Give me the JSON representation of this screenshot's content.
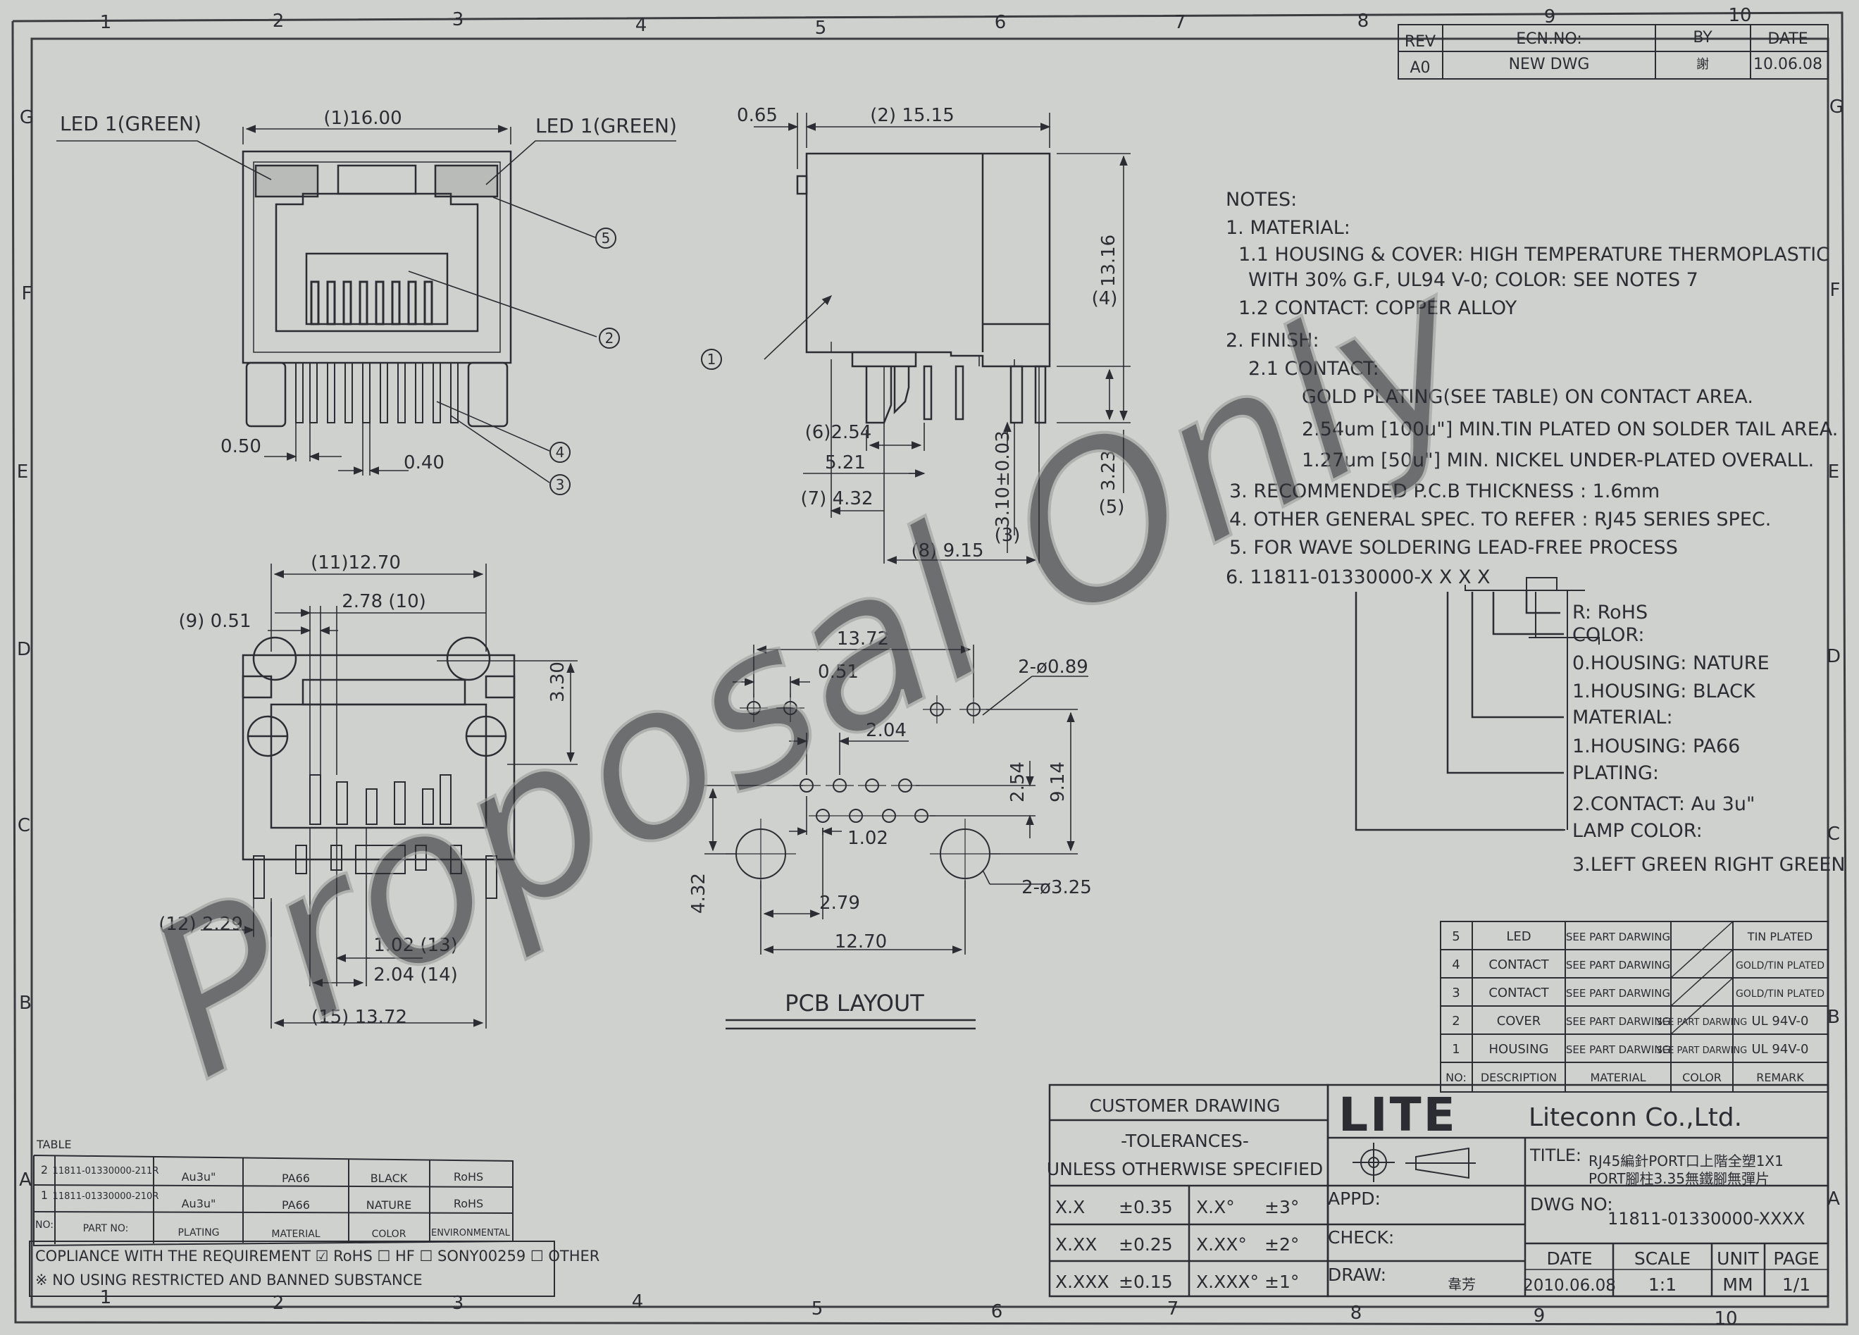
{
  "grid": {
    "columns": [
      "1",
      "2",
      "3",
      "4",
      "5",
      "6",
      "7",
      "8",
      "9",
      "10"
    ],
    "rows": [
      "G",
      "F",
      "E",
      "D",
      "C",
      "B",
      "A"
    ]
  },
  "revision": {
    "headers": [
      "REV",
      "ECN.NO:",
      "BY",
      "DATE"
    ],
    "values": [
      "A0",
      "NEW DWG",
      "謝",
      "10.06.08"
    ]
  },
  "front_view": {
    "led_left": "LED 1(GREEN)",
    "led_right": "LED 1(GREEN)",
    "dim_width": "(1)16.00",
    "dim_pin_offset": "0.50",
    "dim_pin_dia": "0.40"
  },
  "side_view": {
    "dim_0_65": "0.65",
    "dim_depth": "(2) 15.15",
    "dim_height": "13.16",
    "dim_height_ref": "(4)",
    "dim_6": "(6)2.54",
    "dim_5_21": "5.21",
    "dim_7": "(7) 4.32",
    "dim_8": "(8) 9.15",
    "dim_3": "3.10±0.03",
    "dim_3_ref": "(3)",
    "dim_5": "3.23",
    "dim_5_ref": "(5)"
  },
  "bottom_view": {
    "dim_11": "(11)12.70",
    "dim_10": "2.78 (10)",
    "dim_9": "(9) 0.51",
    "dim_3_30": "3.30",
    "dim_12": "(12) 2.29",
    "dim_13": "1.02 (13)",
    "dim_14": "2.04 (14)",
    "dim_15": "(15) 13.72"
  },
  "callouts": [
    "1",
    "2",
    "3",
    "4",
    "5"
  ],
  "pcb_layout": {
    "title": "PCB LAYOUT",
    "dim_13_72": "13.72",
    "dim_0_51": "0.51",
    "dim_hole_small": "2-ø0.89",
    "dim_2_04": "2.04",
    "dim_2_54": "2.54",
    "dim_9_14": "9.14",
    "dim_1_02": "1.02",
    "dim_hole_large": "2-ø3.25",
    "dim_4_32": "4.32",
    "dim_2_79": "2.79",
    "dim_12_70": "12.70"
  },
  "notes": {
    "lines": [
      "NOTES:",
      "1. MATERIAL:",
      "1.1 HOUSING & COVER: HIGH TEMPERATURE THERMOPLASTIC",
      "WITH 30% G.F, UL94 V-0; COLOR: SEE NOTES 7",
      "1.2 CONTACT: COPPER ALLOY",
      "2. FINISH:",
      "2.1 CONTACT:",
      "GOLD PLATING(SEE TABLE) ON CONTACT AREA.",
      "2.54um [100u\"] MIN.TIN PLATED ON SOLDER TAIL AREA.",
      "1.27um [50u\"] MIN. NICKEL UNDER-PLATED OVERALL.",
      "3. RECOMMENDED P.C.B THICKNESS : 1.6mm",
      "4. OTHER GENERAL SPEC. TO REFER : RJ45 SERIES SPEC.",
      "5. FOR WAVE SOLDERING LEAD-FREE PROCESS",
      "6. 11811-01330000-X X X X"
    ],
    "code_legend": [
      "R: RoHS",
      "COLOR:",
      "0.HOUSING: NATURE",
      "1.HOUSING: BLACK",
      "MATERIAL:",
      "1.HOUSING: PA66",
      "PLATING:",
      "2.CONTACT: Au 3u\"",
      "LAMP COLOR:",
      "3.LEFT GREEN RIGHT GREEN"
    ]
  },
  "bom": {
    "rows": [
      [
        "5",
        "LED",
        "SEE PART DARWING",
        "",
        "TIN PLATED"
      ],
      [
        "4",
        "CONTACT",
        "SEE PART DARWING",
        "",
        "GOLD/TIN PLATED"
      ],
      [
        "3",
        "CONTACT",
        "SEE PART DARWING",
        "",
        "GOLD/TIN PLATED"
      ],
      [
        "2",
        "COVER",
        "SEE PART DARWING",
        "SEE PART DARWING",
        "UL 94V-0"
      ],
      [
        "1",
        "HOUSING",
        "SEE PART DARWING",
        "SEE PART DARWING",
        "UL 94V-0"
      ]
    ],
    "headers": [
      "NO:",
      "DESCRIPTION",
      "MATERIAL",
      "COLOR",
      "REMARK"
    ]
  },
  "part_table": {
    "title": "TABLE",
    "rows": [
      [
        "2",
        "11811-01330000-211R",
        "Au3u\"",
        "PA66",
        "BLACK",
        "RoHS"
      ],
      [
        "1",
        "11811-01330000-210R",
        "Au3u\"",
        "PA66",
        "NATURE",
        "RoHS"
      ]
    ],
    "headers": [
      "NO:",
      "PART NO:",
      "PLATING",
      "MATERIAL",
      "COLOR",
      "ENVIRONMENTAL"
    ],
    "compliance": "COPLIANCE WITH THE REQUIREMENT ☑ RoHS ☐ HF ☐ SONY00259 ☐ OTHER",
    "restricted": "※ NO USING RESTRICTED AND BANNED SUBSTANCE"
  },
  "tolerance": {
    "title": "CUSTOMER DRAWING",
    "subtitle": "-TOLERANCES-",
    "line": "UNLESS OTHERWISE SPECIFIED",
    "rows": [
      [
        "X.X",
        "±0.35",
        "X.X°",
        "±3°"
      ],
      [
        "X.XX",
        "±0.25",
        "X.XX°",
        "±2°"
      ],
      [
        "X.XXX",
        "±0.15",
        "X.XXX°",
        "±1°"
      ]
    ]
  },
  "title_block": {
    "logo": "LITE",
    "company": "Liteconn Co.,Ltd.",
    "title_label": "TITLE:",
    "title_line1": "RJ45編針PORT口上階全塑1X1",
    "title_line2": "PORT腳柱3.35無鐵腳無彈片",
    "appd": "APPD:",
    "check": "CHECK:",
    "draw": "DRAW:",
    "drawer": "韋芳",
    "dwg_label": "DWG NO:",
    "dwg_no": "11811-01330000-XXXX",
    "headers": [
      "DATE",
      "SCALE",
      "UNIT",
      "PAGE"
    ],
    "values": [
      "2010.06.08",
      "1:1",
      "MM",
      "1/1"
    ]
  },
  "watermark": "Proposal Only"
}
